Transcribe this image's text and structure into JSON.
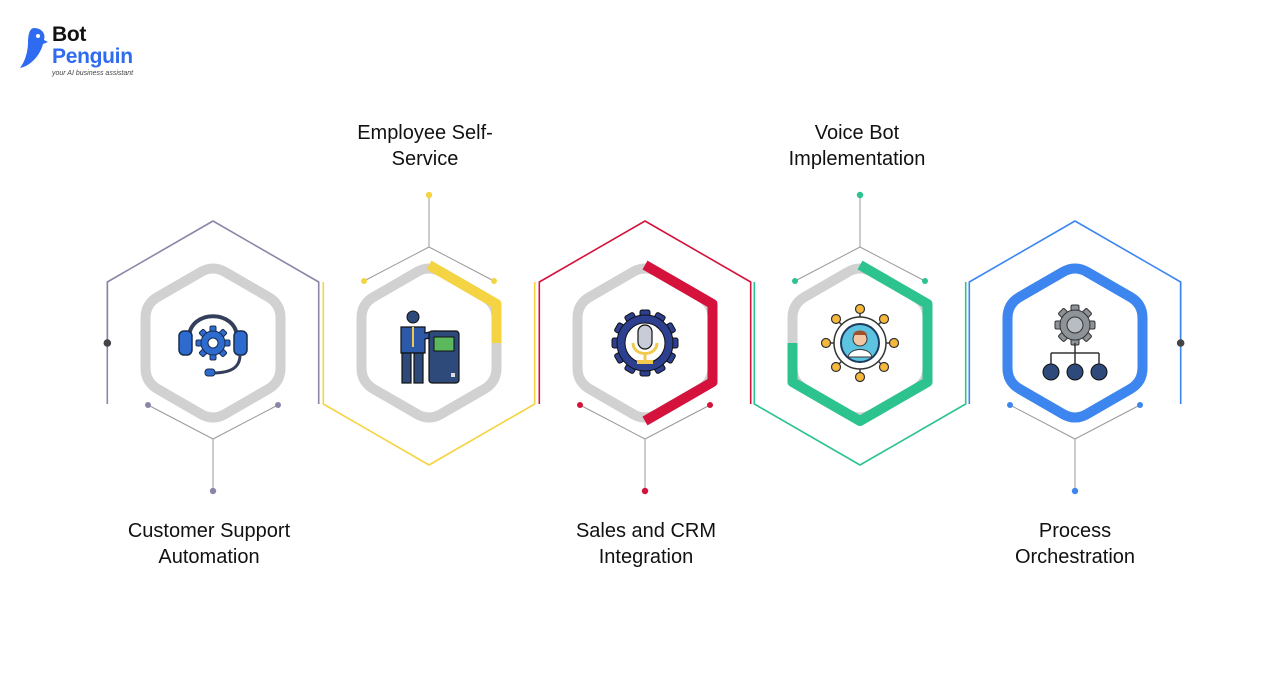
{
  "brand": {
    "name_line1": "Bot",
    "name_line2": "Penguin",
    "tagline": "your AI business assistant",
    "color": "#2f6bf0"
  },
  "items": [
    {
      "label_line1": "Customer Support",
      "label_line2": "Automation",
      "color": "#8b86a8",
      "icon": "headset-gear-icon",
      "position": "bottom"
    },
    {
      "label_line1": "Employee Self-",
      "label_line2": "Service",
      "color": "#f5d443",
      "icon": "employee-kiosk-icon",
      "position": "top"
    },
    {
      "label_line1": "Sales and CRM",
      "label_line2": "Integration",
      "color": "#d4123c",
      "icon": "microphone-gear-icon",
      "position": "bottom"
    },
    {
      "label_line1": "Voice Bot",
      "label_line2": "Implementation",
      "color": "#2cc38e",
      "icon": "user-network-icon",
      "position": "top"
    },
    {
      "label_line1": "Process",
      "label_line2": "Orchestration",
      "color": "#3d86f0",
      "icon": "gear-hierarchy-icon",
      "position": "bottom"
    }
  ],
  "colors": {
    "ring_gray": "#d1d1d1",
    "endpoint_dot": "#444444"
  }
}
